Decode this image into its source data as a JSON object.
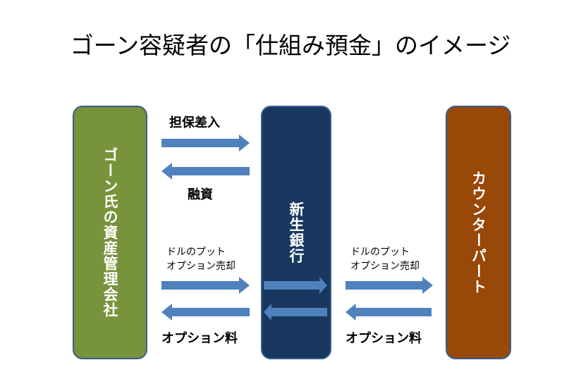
{
  "title": "ゴーン容疑者の「仕組み預金」のイメージ",
  "boxes": {
    "left": {
      "label": "ゴーン氏の資産管理会社",
      "color": "#77933c"
    },
    "center": {
      "label": "新生銀行",
      "color": "#17375e"
    },
    "right": {
      "label": "カウンターパート",
      "color": "#984807"
    }
  },
  "arrow_color": "#4f81bd",
  "labels": {
    "collateral": "担保差入",
    "loan": "融資",
    "put_line1": "ドルのプット",
    "put_line2": "オプション売却",
    "fee": "オプション料",
    "right_put_line1": "ドルのプット",
    "right_put_line2": "オプション売却",
    "right_fee": "オプション料"
  }
}
